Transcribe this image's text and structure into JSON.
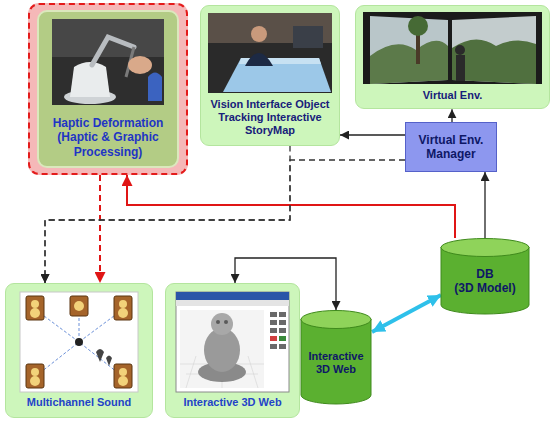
{
  "diagram": {
    "nodes": [
      {
        "text": [
          "Haptic Deformation (Haptic & Graphic Processing)"
        ]
      },
      {
        "text": [
          "Vision Interface Object Tracking Interactive StoryMap"
        ]
      },
      {
        "text": [
          "Virtual Env."
        ]
      },
      {
        "text": [
          "Virtual Env. Manager"
        ]
      },
      {
        "text": [
          "DB",
          "(3D Model)"
        ]
      },
      {
        "text": [
          "Multichannel Sound"
        ]
      },
      {
        "text": [
          "Interactive 3D Web"
        ]
      },
      {
        "text": [
          "Interactive 3D Web"
        ]
      }
    ],
    "edges": [
      {
        "from": 4,
        "to": 0,
        "arrow": "to"
      },
      {
        "from": 0,
        "to": 5,
        "arrow": "to"
      },
      {
        "from": 1,
        "to": 5,
        "arrow": "to"
      },
      {
        "from": 3,
        "to": 5,
        "arrow": "to"
      },
      {
        "from": 3,
        "to": 1,
        "arrow": "to"
      },
      {
        "from": 3,
        "to": 2,
        "arrow": "to"
      },
      {
        "from": 4,
        "to": 3,
        "arrow": "to"
      },
      {
        "from": 6,
        "to": 7,
        "arrow": "both"
      },
      {
        "from": 7,
        "to": 4,
        "arrow": "both"
      }
    ]
  }
}
